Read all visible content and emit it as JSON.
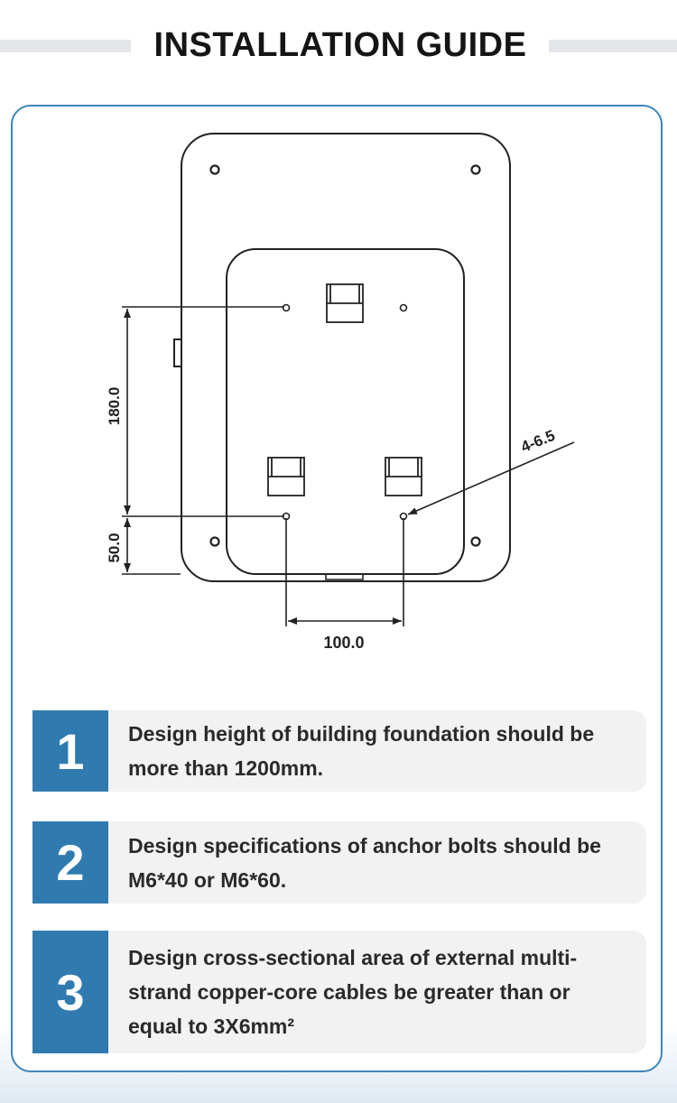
{
  "header": {
    "title": "INSTALLATION GUIDE"
  },
  "drawing": {
    "dim_height": "180.0",
    "dim_offset": "50.0",
    "dim_width": "100.0",
    "hole_spec": "4-6.5"
  },
  "steps": [
    {
      "number": "1",
      "text": "Design height of building foundation should be more than 1200mm."
    },
    {
      "number": "2",
      "text": "Design specifications of anchor bolts should be M6*40 or M6*60."
    },
    {
      "number": "3",
      "text": "Design cross-sectional area of external multi-strand copper-core cables be greater than or equal to 3X6mm²"
    }
  ],
  "colors": {
    "accent": "#2f7bb0",
    "frame": "#3d86b6",
    "panel": "#f2f2f2"
  }
}
